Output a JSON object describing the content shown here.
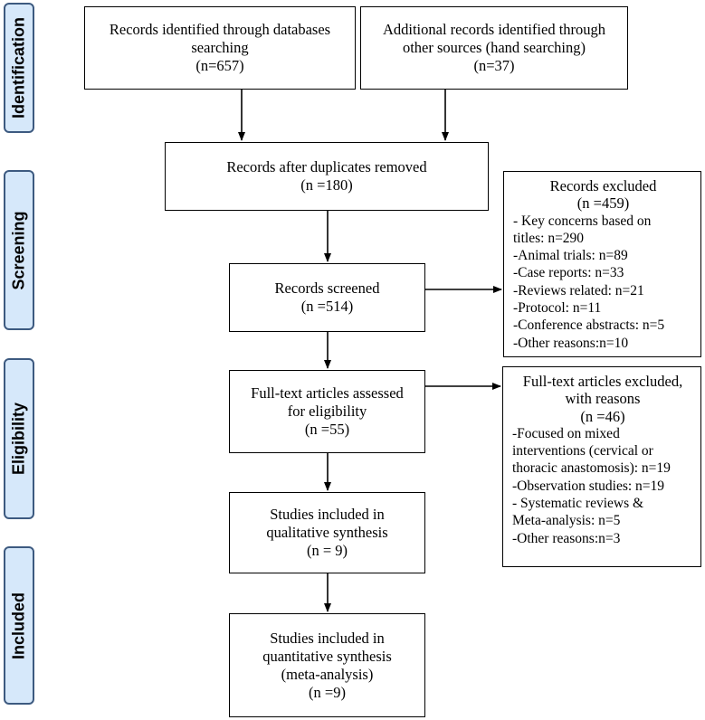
{
  "phases": {
    "identification": "Identification",
    "screening": "Screening",
    "eligibility": "Eligibility",
    "included": "Included"
  },
  "boxes": {
    "db_search": {
      "lines": [
        "Records identified through databases",
        "searching",
        "(n=657)"
      ]
    },
    "other_sources": {
      "lines": [
        "Additional records identified through",
        "other sources (hand searching)",
        "(n=37)"
      ]
    },
    "duplicates_removed": {
      "lines": [
        "Records after duplicates removed",
        "(n =180)"
      ]
    },
    "screened": {
      "lines": [
        "Records screened",
        "(n =514)"
      ]
    },
    "excluded": {
      "header": [
        "Records excluded",
        "(n =459)"
      ],
      "items": [
        "- Key concerns based on",
        "titles: n=290",
        "-Animal trials: n=89",
        "-Case reports: n=33",
        "-Reviews related: n=21",
        "-Protocol: n=11",
        "-Conference abstracts: n=5",
        "-Other reasons:n=10"
      ]
    },
    "fulltext_assessed": {
      "lines": [
        "Full-text articles assessed",
        "for eligibility",
        "(n =55)"
      ]
    },
    "fulltext_excluded": {
      "header": [
        "Full-text articles excluded,",
        "with reasons",
        "(n =46)"
      ],
      "items": [
        "-Focused on mixed",
        "interventions (cervical or",
        "thoracic anastomosis): n=19",
        "-Observation studies: n=19",
        "- Systematic reviews &",
        "Meta-analysis: n=5",
        "-Other reasons:n=3"
      ]
    },
    "qualitative": {
      "lines": [
        "Studies included in",
        "qualitative synthesis",
        "(n = 9)"
      ]
    },
    "quantitative": {
      "lines": [
        "Studies included in",
        "quantitative synthesis",
        "(meta-analysis)",
        "(n =9)"
      ]
    }
  }
}
